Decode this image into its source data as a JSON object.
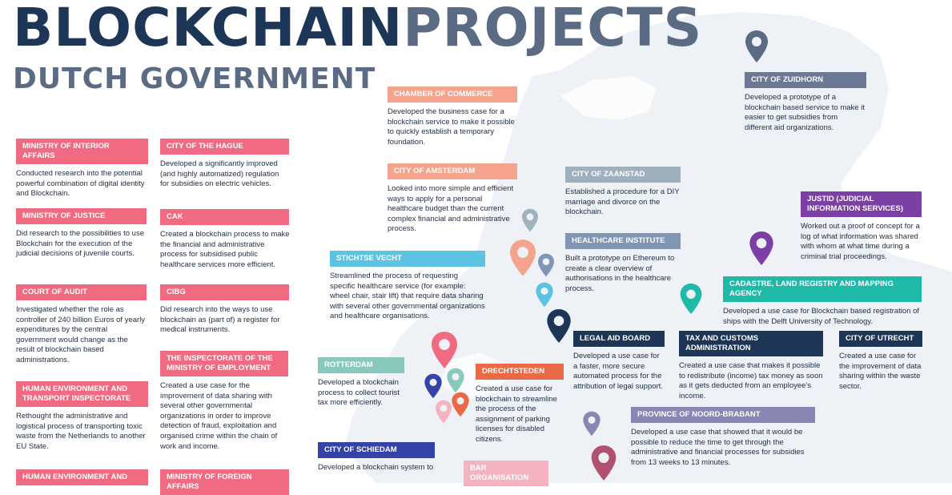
{
  "header": {
    "title_bold": "BLOCKCHAIN",
    "title_light": "PROJECTS",
    "subtitle": "DUTCH GOVERNMENT"
  },
  "colors": {
    "pink": "#f06a81",
    "salmon": "#f4a48c",
    "navy": "#1d3557",
    "slate": "#6b7994",
    "steel": "#8096b4",
    "sky": "#5dc3e3",
    "teal": "#1fb9a8",
    "mint": "#89c9bd",
    "orange": "#ea6a48",
    "purple": "#7b3fa6",
    "map": "#eef1f6"
  },
  "cards": {
    "interior": {
      "tag": "MINISTRY OF INTERIOR AFFAIRS",
      "desc": "Conducted research into the potential powerful combination of digital identity and Blockchain."
    },
    "hague": {
      "tag": "CITY OF THE HAGUE",
      "desc": "Developed a significantly improved (and highly automatized) regulation for subsidies on electric vehicles."
    },
    "justice": {
      "tag": "MINISTRY OF JUSTICE",
      "desc": "Did research to the possibilities to use Blockchain for the execution of the judicial decisions of juvenile courts."
    },
    "cak": {
      "tag": "CAK",
      "desc": "Created a blockchain process to make the financial and administrative process for subsidised public healthcare services more efficient."
    },
    "audit": {
      "tag": "COURT OF AUDIT",
      "desc": "Investigated whether the role as controller of 240 billion Euros of yearly expenditures by the central government would change as the result of blockchain based administrations."
    },
    "cibg": {
      "tag": "CIBG",
      "desc": "Did research into the ways to use blockchain as (part of) a register for medical instruments."
    },
    "hetransport": {
      "tag": "HUMAN ENVIRONMENT AND TRANSPORT INSPECTORATE",
      "desc": "Rethought the administrative and logistical process of transporting toxic waste from the Netherlands to another EU State."
    },
    "employment": {
      "tag": "THE INSPECTORATE OF THE MINISTRY OF EMPLOYMENT",
      "desc": "Created a use case for the improvement of data sharing with several other governmental organizations in order to improve detection of fraud, exploitation and organised crime within the chain of work and income."
    },
    "he2": {
      "tag": "HUMAN ENVIRONMENT AND"
    },
    "foreign": {
      "tag": "MINISTRY OF FOREIGN AFFAIRS"
    },
    "commerce": {
      "tag": "CHAMBER OF COMMERCE",
      "desc": "Developed the business case for a blockchain service to make it possible to quickly establish a temporary foundation."
    },
    "amsterdam": {
      "tag": "CITY OF AMSTERDAM",
      "desc": "Looked into more simple and efficient ways to apply for a personal healthcare budget than the current complex financial and administrative process."
    },
    "zaanstad": {
      "tag": "CITY OF ZAANSTAD",
      "desc": "Established a procedure for a DIY marriage and divorce on the blockchain."
    },
    "zuidhorn": {
      "tag": "CITY OF ZUIDHORN",
      "desc": "Developed a prototype of a blockchain based service to make it easier to get subsidies from different aid organizations."
    },
    "justid": {
      "tag": "JUSTID (JUDICIAL INFORMATION SERVICES)",
      "desc": "Worked out a proof of concept for a log of what information was shared with whom at what time during a criminal trial proceedings."
    },
    "healthcare": {
      "tag": "HEALTHCARE INSTITUTE",
      "desc": "Built a prototype on Ethereum to create a clear overview of authorisations in the healthcare process."
    },
    "vecht": {
      "tag": "STICHTSE VECHT",
      "desc": "Streamlined the process of requesting specific healthcare service (for example: wheel chair, stair lift) that require data sharing with several other governmental organizations and healthcare organisations."
    },
    "cadastre": {
      "tag": "CADASTRE, LAND REGISTRY AND MAPPING AGENCY",
      "desc": "Developed a use case for Blockchain based registration of ships with the Delft University of Technology."
    },
    "legalaid": {
      "tag": "LEGAL AID BOARD",
      "desc": "Developed a use case for a faster, more secure automated process for the attribution of legal support."
    },
    "tax": {
      "tag": "TAX AND CUSTOMS ADMINISTRATION",
      "desc": "Created a use case that makes it possible to redistribute (income) tax money as soon as it gets deducted from an employee's income."
    },
    "utrecht": {
      "tag": "CITY OF UTRECHT",
      "desc": "Created a use case for the improvement of data sharing within the waste sector."
    },
    "rotterdam": {
      "tag": "ROTTERDAM",
      "desc": "Developed a blockchain process to collect tourist tax more efficiently."
    },
    "drechtsteden": {
      "tag": "DRECHTSTEDEN",
      "desc": "Created a use case for blockchain to streamline the process of the assignment of parking licenses for disabled citizens."
    },
    "brabant": {
      "tag": "PROVINCE OF NOORD-BRABANT",
      "desc": "Developed a use case that showed that it would be possible to reduce the time to get through the administrative and financial processes for subsidies from 13 weeks to 13 minutes."
    },
    "schiedam": {
      "tag": "CITY OF SCHIEDAM",
      "desc": "Developed a blockchain system to"
    },
    "bar": {
      "tag": "BAR ORGANISATION"
    }
  }
}
